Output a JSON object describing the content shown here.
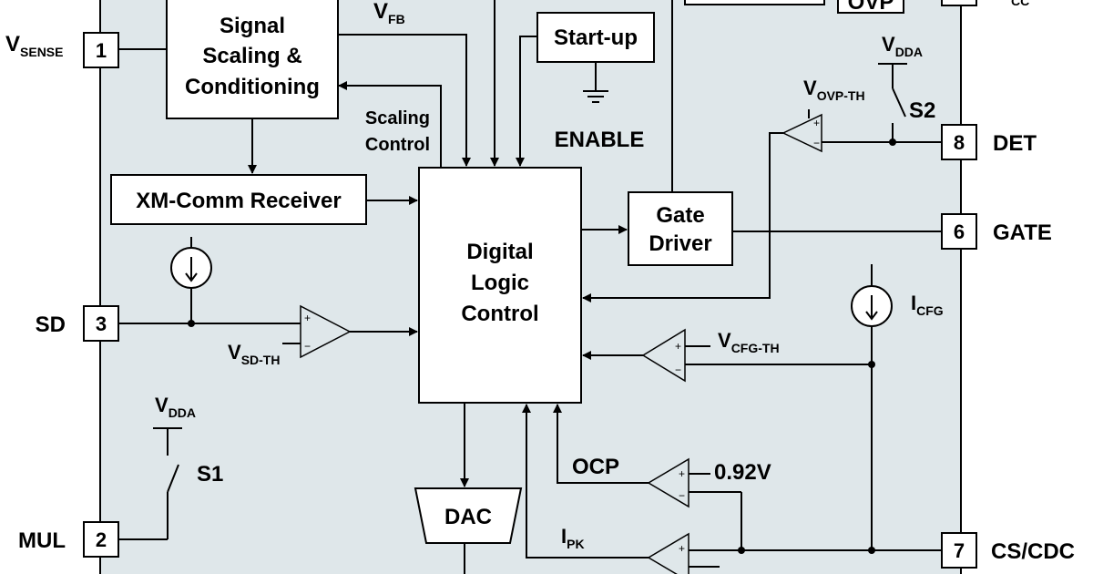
{
  "colors": {
    "chip_fill": "#dfe7ea",
    "stroke": "#000000"
  },
  "blocks": {
    "signal": [
      "Signal",
      "Scaling &",
      "Conditioning"
    ],
    "startup": "Start-up",
    "ovp": "OVP",
    "xm": "XM-Comm Receiver",
    "dlc": [
      "Digital",
      "Logic",
      "Control"
    ],
    "gate_driver": [
      "Gate",
      "Driver"
    ],
    "dac": "DAC"
  },
  "pins": {
    "p1": {
      "num": "1",
      "name_main": "V",
      "name_sub": "SENSE"
    },
    "p3": {
      "num": "3",
      "name": "SD"
    },
    "p2": {
      "num": "2",
      "name": "MUL"
    },
    "p8": {
      "num": "8",
      "name": "DET"
    },
    "p6": {
      "num": "6",
      "name": "GATE"
    },
    "p7": {
      "num": "7",
      "name": "CS/CDC"
    },
    "ptop": {
      "num_partial": "",
      "name_sub": "CC"
    }
  },
  "labels": {
    "vfb": {
      "main": "V",
      "sub": "FB"
    },
    "scaling": [
      "Scaling",
      "Control"
    ],
    "enable": "ENABLE",
    "vdda_top": {
      "main": "V",
      "sub": "DDA"
    },
    "vovp": {
      "main": "V",
      "sub": "OVP-TH"
    },
    "s2": "S2",
    "icfg": {
      "main": "I",
      "sub": "CFG"
    },
    "vcfg": {
      "main": "V",
      "sub": "CFG-TH"
    },
    "vsd": {
      "main": "V",
      "sub": "SD-TH"
    },
    "vdda_bot": {
      "main": "V",
      "sub": "DDA"
    },
    "s1": "S1",
    "ocp": "OCP",
    "v092": "0.92V",
    "ipk": {
      "main": "I",
      "sub": "PK"
    }
  },
  "icons": {
    "current_source_1": "current-source-arrow",
    "current_source_2": "current-source-arrow",
    "ground": "ground-symbol"
  }
}
